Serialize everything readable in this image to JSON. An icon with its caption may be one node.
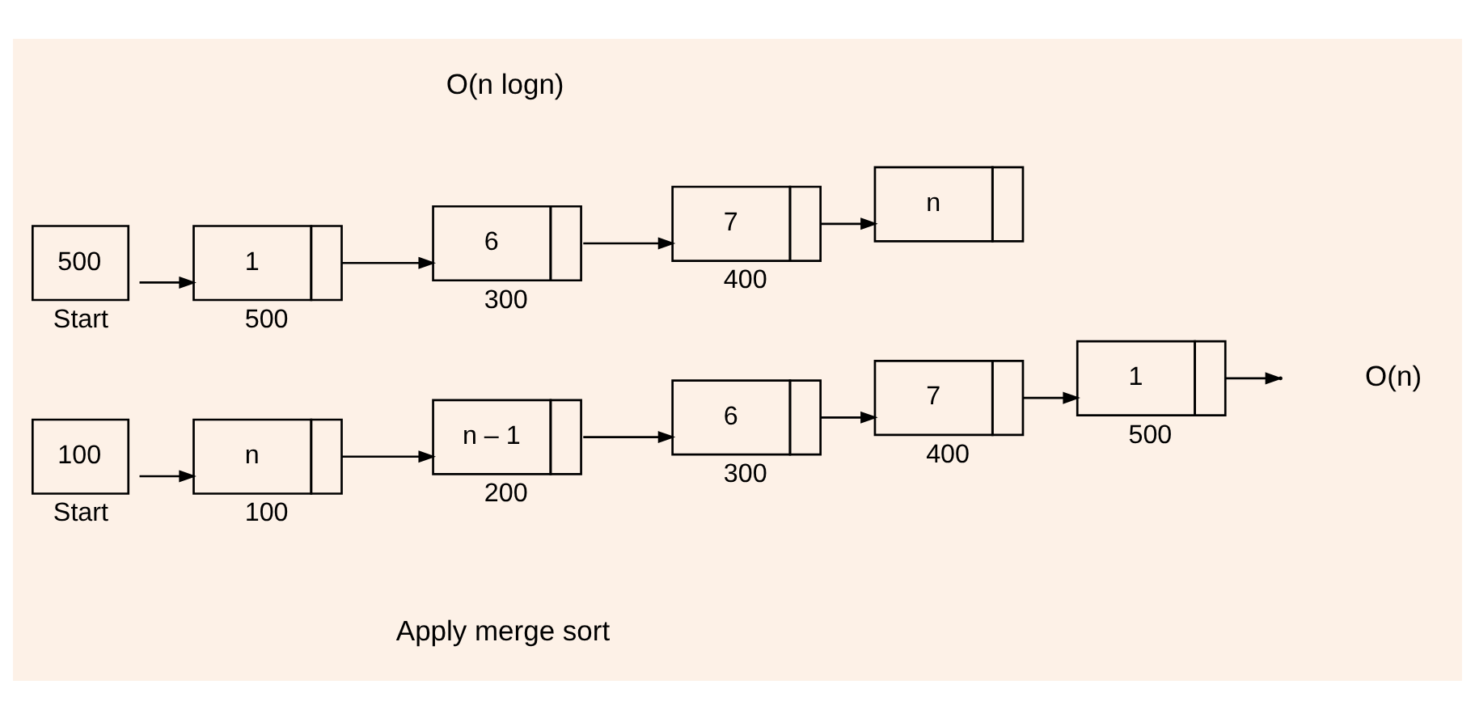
{
  "diagram": {
    "nodes": [
      {
        "text": [
          "100"
        ],
        "beside": [
          "Start"
        ]
      },
      {
        "text": [
          "n"
        ],
        "beside": [
          "100"
        ]
      },
      {
        "text": [
          "n – 1"
        ],
        "beside": [
          "200"
        ]
      },
      {
        "text": [
          "6"
        ],
        "beside": [
          "300"
        ]
      },
      {
        "text": [
          "7"
        ],
        "beside": [
          "400"
        ]
      },
      {
        "text": [
          "1"
        ],
        "beside": [
          "500"
        ]
      },
      {
        "text": [
          "500"
        ],
        "beside": [
          "Start"
        ]
      },
      {
        "text": [
          "1"
        ],
        "beside": [
          "500"
        ]
      },
      {
        "text": [
          "6"
        ],
        "beside": [
          "300"
        ]
      },
      {
        "text": [
          "7"
        ],
        "beside": [
          "400"
        ]
      },
      {
        "text": [
          "n"
        ]
      }
    ],
    "edges": [
      {
        "from": 0,
        "to": 1,
        "arrow": "to"
      },
      {
        "from": 1,
        "to": 2,
        "arrow": "to"
      },
      {
        "from": 2,
        "to": 3,
        "arrow": "to"
      },
      {
        "from": 3,
        "to": 4,
        "arrow": "to"
      },
      {
        "from": 4,
        "to": 5,
        "arrow": "to"
      },
      {
        "from": 5,
        "to": null,
        "arrow": "to"
      },
      {
        "from": 6,
        "to": 7,
        "arrow": "to"
      },
      {
        "from": 7,
        "to": 8,
        "arrow": "to"
      },
      {
        "from": 8,
        "to": 9,
        "arrow": "to"
      },
      {
        "from": 9,
        "to": 10,
        "arrow": "to"
      }
    ],
    "labels": [
      "O(n)",
      "Apply merge sort",
      "O(n logn)"
    ]
  }
}
